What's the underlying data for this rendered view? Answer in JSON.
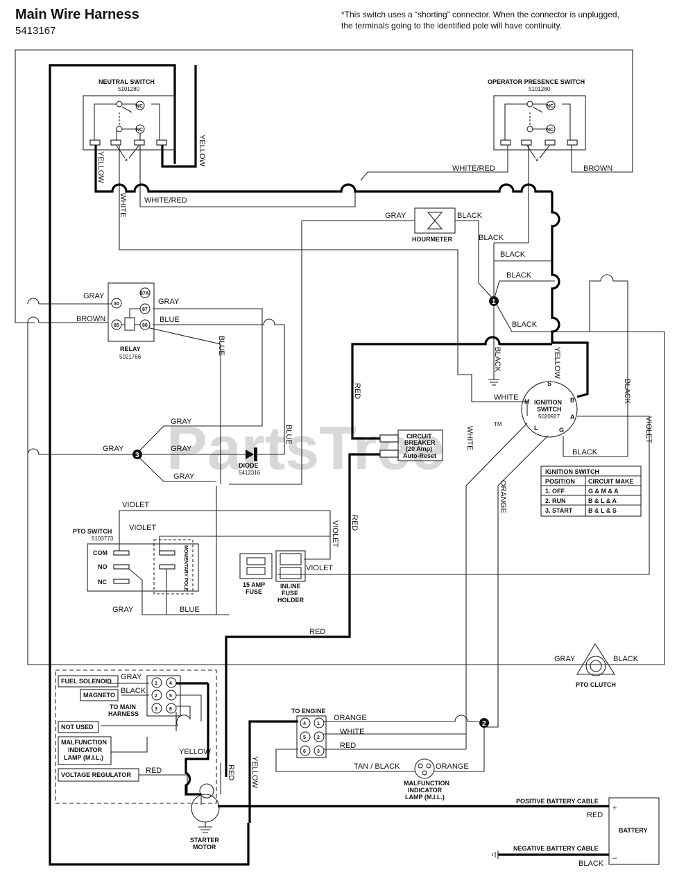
{
  "header": {
    "title": "Main Wire Harness",
    "part_number": "5413167",
    "note_line1": "*This switch uses a “shorting” connector. When the connector is unplugged,",
    "note_line2": "the terminals going to the identified pole will have continuity."
  },
  "watermark": {
    "text": "PartsTree",
    "tm": "TM"
  },
  "components": {
    "neutral_switch": {
      "name": "NEUTRAL SWITCH",
      "part": "5101280"
    },
    "operator_switch": {
      "name": "OPERATOR PRESENCE SWITCH",
      "part": "5101280"
    },
    "hourmeter": {
      "name": "HOURMETER"
    },
    "relay": {
      "name": "RELAY",
      "part": "5021766",
      "pins": [
        "30",
        "87A",
        "87",
        "85",
        "86"
      ]
    },
    "diode": {
      "name": "DIODE",
      "part": "5412316"
    },
    "ignition_switch": {
      "line1": "IGNITION",
      "line2": "SWITCH",
      "part": "5020927",
      "terminals": [
        "S",
        "B",
        "A",
        "G",
        "L",
        "M"
      ]
    },
    "circuit_breaker": {
      "line1": "CIRCUIT",
      "line2": "BREAKER",
      "line3": "(20 Amp)",
      "line4": "Auto-Reset"
    },
    "pto_switch": {
      "name": "PTO SWITCH",
      "part": "5103773",
      "com": "COM",
      "no": "NO",
      "nc": "NC",
      "momentary": "MOMENTARY POLE"
    },
    "fuse": {
      "line1": "15 AMP",
      "line2": "FUSE"
    },
    "inline_fuse_holder": {
      "line1": "INLINE",
      "line2": "FUSE",
      "line3": "HOLDER"
    },
    "pto_clutch": {
      "name": "PTO CLUTCH"
    },
    "fuel_solenoid": {
      "name": "FUEL SOLENOID"
    },
    "magneto": {
      "name": "MAGNETO"
    },
    "to_main_harness": {
      "line1": "TO MAIN",
      "line2": "HARNESS"
    },
    "not_used": {
      "name": "NOT USED"
    },
    "mil_box": {
      "line1": "MALFUNCTION",
      "line2": "INDICATOR",
      "line3": "LAMP (M.I.L.)"
    },
    "voltage_regulator": {
      "name": "VOLTAGE REGULATOR"
    },
    "to_engine": {
      "name": "TO ENGINE"
    },
    "mil_lamp": {
      "line1": "MALFUNCTION",
      "line2": "INDICATOR",
      "line3": "LAMP (M.I.L.)"
    },
    "starter_motor": {
      "line1": "STARTER",
      "line2": "MOTOR"
    },
    "battery": {
      "name": "BATTERY",
      "plus": "+",
      "minus": "–"
    },
    "positive_cable": {
      "name": "POSITIVE BATTERY CABLE"
    },
    "negative_cable": {
      "name": "NEGATIVE BATTERY CABLE"
    },
    "nc_label": "NC",
    "star": "*"
  },
  "connector_pins": {
    "main": [
      "1",
      "4",
      "2",
      "5",
      "3",
      "6"
    ],
    "engine": [
      "4",
      "1",
      "5",
      "2",
      "6",
      "3"
    ]
  },
  "nodes": [
    "1",
    "2",
    "3"
  ],
  "wire_labels": {
    "yellow": "YELLOW",
    "white": "WHITE",
    "white_red": "WHITE/RED",
    "brown": "BROWN",
    "gray": "GRAY",
    "black": "BLACK",
    "blue": "BLUE",
    "red": "RED",
    "violet": "VIOLET",
    "orange": "ORANGE",
    "tan_black": "TAN / BLACK"
  },
  "ignition_table": {
    "title": "IGNITION SWITCH",
    "headers": [
      "POSITION",
      "CIRCUIT MAKE"
    ],
    "rows": [
      [
        "1. OFF",
        "G & M & A"
      ],
      [
        "2. RUN",
        "B & L & A"
      ],
      [
        "3. START",
        "B & L & S"
      ]
    ]
  }
}
